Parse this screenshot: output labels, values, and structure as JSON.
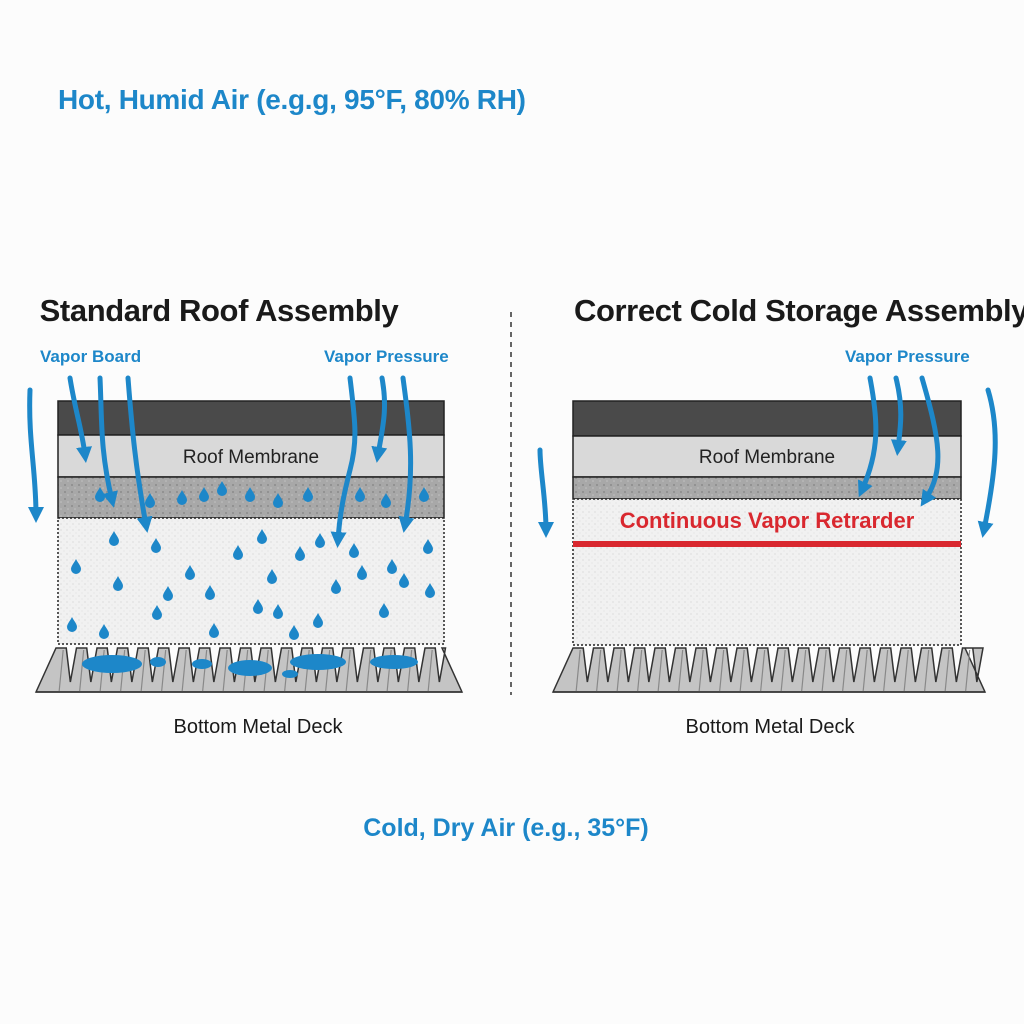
{
  "labels": {
    "hot_air": "Hot, Humid Air (e.g.g, 95°F, 80% RH)",
    "cold_air": "Cold, Dry Air (e.g., 35°F)"
  },
  "left_panel": {
    "title": "Standard Roof Assembly",
    "vapor_board_label": "Vapor Board",
    "vapor_pressure_label": "Vapor Pressure",
    "membrane_label": "Roof Membrane",
    "deck_label": "Bottom Metal Deck"
  },
  "right_panel": {
    "title": "Correct Cold Storage Assembly",
    "vapor_pressure_label": "Vapor Pressure",
    "membrane_label": "Roof Membrane",
    "retarder_label": "Continuous Vapor Retrarder",
    "deck_label": "Bottom Metal Deck"
  },
  "colors": {
    "vapor_blue": "#1d87c9",
    "retarder_red": "#d9282f",
    "top_layer": "#4a4a4a",
    "membrane": "#d9d9d9",
    "gravel": "#a6a6a6",
    "insulation": "#f2f2f2",
    "deck": "#c4c4c4"
  }
}
